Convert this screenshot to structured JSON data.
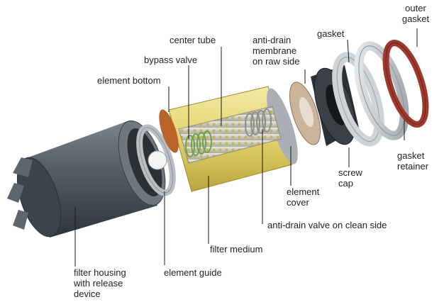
{
  "colors": {
    "housing": "#4d5560",
    "medium": "#e6d97a",
    "metal": "#c9cdd2",
    "gasket_red": "#9c3a2e",
    "leader": "#1a1a1a"
  },
  "labels": {
    "outer_gasket": "outer\ngasket",
    "gasket": "gasket",
    "center_tube": "center tube",
    "anti_drain_membrane": "anti-drain\nmembrane\non raw side",
    "bypass_valve": "bypass valve",
    "element_bottom": "element bottom",
    "screw_cap": "screw\ncap",
    "gasket_retainer": "gasket\nretainer",
    "element_cover": "element\ncover",
    "anti_drain_valve": "anti-drain valve on clean side",
    "filter_medium": "filter medium",
    "filter_housing": "filter housing\nwith release\ndevice",
    "element_guide": "element guide"
  }
}
